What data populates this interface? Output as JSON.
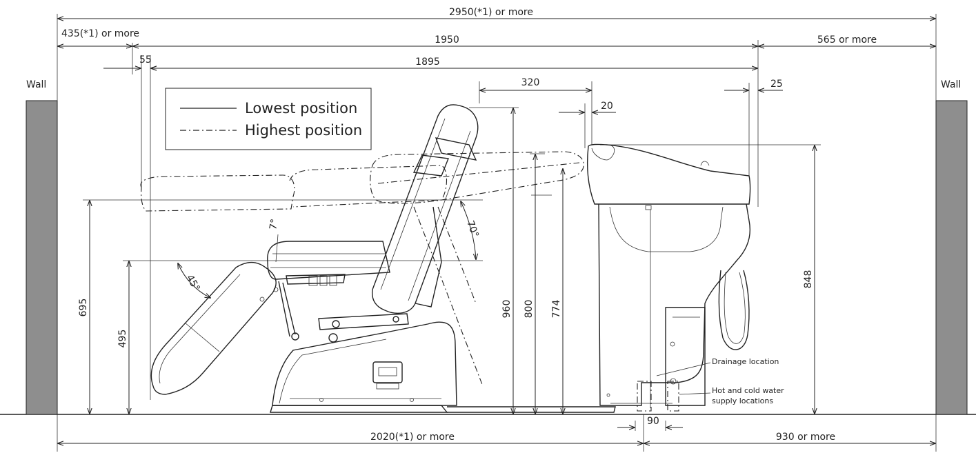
{
  "colors": {
    "wall": "#8e8e8e",
    "line": "#222222",
    "background": "#ffffff"
  },
  "legend": {
    "lowest": "Lowest position",
    "highest": "Highest position"
  },
  "walls": {
    "left": "Wall",
    "right": "Wall"
  },
  "horizontal_dimensions": {
    "total": "2950(*1) or more",
    "left_clearance": "435(*1) or more",
    "unit_length": "1950",
    "right_clearance": "565 or more",
    "offset_55": "55",
    "chair_length": "1895",
    "d320": "320",
    "d25": "25",
    "d20": "20",
    "d90": "90",
    "bottom_left": "2020(*1) or more",
    "bottom_right": "930 or more"
  },
  "vertical_dimensions": {
    "d695": "695",
    "d495": "495",
    "d960": "960",
    "d800": "800",
    "d774": "774",
    "d848": "848"
  },
  "angles": {
    "a7": "7°",
    "a45": "45°",
    "a70": "70°"
  },
  "callouts": {
    "drainage": "Drainage location",
    "water_line1": "Hot and cold water",
    "water_line2": "supply locations"
  }
}
